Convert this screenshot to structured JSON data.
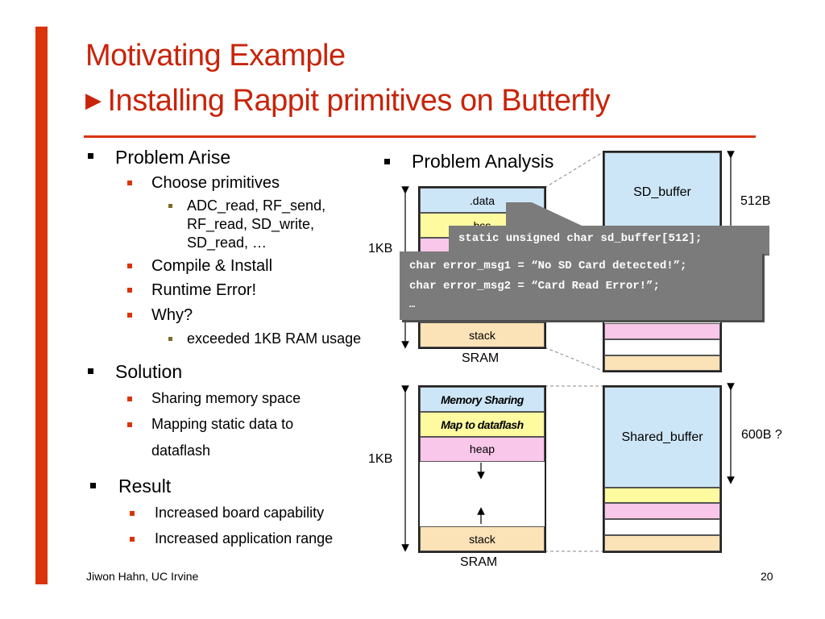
{
  "title": {
    "line1": "Motivating Example",
    "line2_marker": "▶",
    "line2": "Installing Rappit primitives on Butterfly"
  },
  "left": {
    "problem": {
      "heading": "Problem Arise",
      "choose": "Choose primitives",
      "primitives_lines": [
        "ADC_read, RF_send,",
        "RF_read, SD_write,",
        "SD_read, …"
      ],
      "compile": "Compile & Install",
      "runtime": "Runtime Error!",
      "why": "Why?",
      "exceeded": "exceeded 1KB RAM usage"
    },
    "solution": {
      "heading": "Solution",
      "sharing": "Sharing memory space",
      "mapping_lines": [
        "Mapping static data to",
        "dataflash"
      ]
    },
    "result": {
      "heading": "Result",
      "capability": "Increased board capability",
      "range": "Increased application range"
    }
  },
  "analysis": {
    "heading": "Problem Analysis",
    "top_sram": {
      "data": ".data",
      "bss": "bss",
      "stack": "stack",
      "label": "SRAM",
      "size": "1KB"
    },
    "sd_buffer": {
      "label": "SD_buffer",
      "size": "512B"
    },
    "overlay": {
      "line1": "static unsigned char sd_buffer[512];",
      "line2": "char error_msg1 = “No SD Card detected!”;",
      "line3": "char error_msg2 = “Card Read Error!”;",
      "line4": "…"
    },
    "bottom_sram": {
      "memory_sharing": "Memory Sharing",
      "map_dataflash": "Map to dataflash",
      "heap": "heap",
      "stack": "stack",
      "label": "SRAM",
      "size": "1KB"
    },
    "shared_buffer": {
      "label": "Shared_buffer",
      "size": "600B ?"
    }
  },
  "footer": {
    "author": "Jiwon Hahn, UC Irvine",
    "page": "20"
  },
  "colors": {
    "accent": "#d9340a",
    "title": "#c8240a",
    "blue": "#cde6f7",
    "yellow": "#fdfaa0",
    "pink": "#f9c7e9",
    "peach": "#fbe2b7"
  }
}
